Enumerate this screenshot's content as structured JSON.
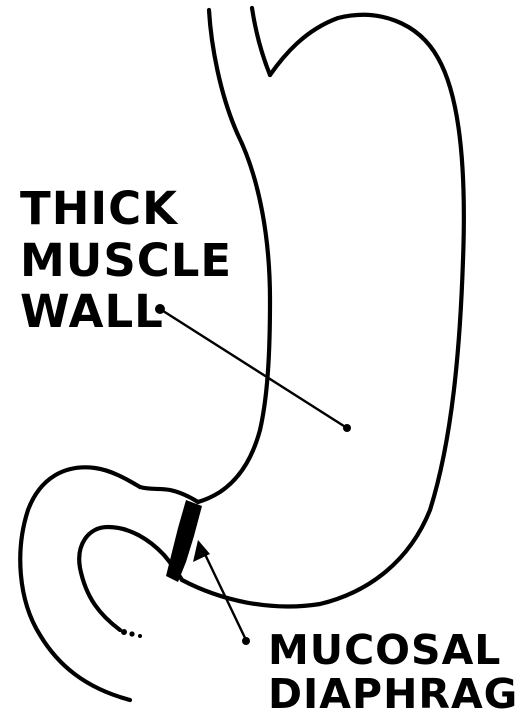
{
  "labels": {
    "wall_line_1": "THICK",
    "wall_line_2": "MUSCLE",
    "wall_line_3": "WALL",
    "diaphragm_line_1": "MUCOSAL",
    "diaphragm_line_2": "DIAPHRAGM"
  },
  "colors": {
    "ink": "#000000",
    "background": "#ffffff"
  }
}
